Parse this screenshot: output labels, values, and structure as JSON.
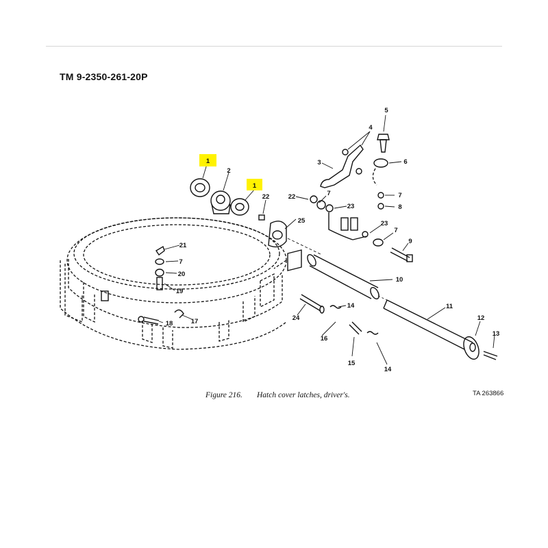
{
  "header": {
    "document_id": "TM 9-2350-261-20P"
  },
  "figure": {
    "number": "Figure 216.",
    "title": "Hatch cover latches, driver's.",
    "ta_number": "TA 263866"
  },
  "callouts": [
    {
      "label": "1",
      "highlighted": true
    },
    {
      "label": "2",
      "highlighted": false
    },
    {
      "label": "1",
      "highlighted": true
    },
    {
      "label": "22",
      "highlighted": false
    },
    {
      "label": "25",
      "highlighted": false
    },
    {
      "label": "21",
      "highlighted": false
    },
    {
      "label": "7",
      "highlighted": false
    },
    {
      "label": "20",
      "highlighted": false
    },
    {
      "label": "19",
      "highlighted": false
    },
    {
      "label": "18",
      "highlighted": false
    },
    {
      "label": "17",
      "highlighted": false
    },
    {
      "label": "5",
      "highlighted": false
    },
    {
      "label": "4",
      "highlighted": false
    },
    {
      "label": "3",
      "highlighted": false
    },
    {
      "label": "6",
      "highlighted": false
    },
    {
      "label": "22",
      "highlighted": false
    },
    {
      "label": "7",
      "highlighted": false
    },
    {
      "label": "23",
      "highlighted": false
    },
    {
      "label": "7",
      "highlighted": false
    },
    {
      "label": "8",
      "highlighted": false
    },
    {
      "label": "23",
      "highlighted": false
    },
    {
      "label": "7",
      "highlighted": false
    },
    {
      "label": "9",
      "highlighted": false
    },
    {
      "label": "10",
      "highlighted": false
    },
    {
      "label": "11",
      "highlighted": false
    },
    {
      "label": "12",
      "highlighted": false
    },
    {
      "label": "13",
      "highlighted": false
    },
    {
      "label": "14",
      "highlighted": false
    },
    {
      "label": "24",
      "highlighted": false
    },
    {
      "label": "16",
      "highlighted": false
    },
    {
      "label": "15",
      "highlighted": false
    },
    {
      "label": "14",
      "highlighted": false
    }
  ],
  "colors": {
    "highlight": "#fff200",
    "ink": "#111111",
    "rule": "#d6d6d6"
  }
}
